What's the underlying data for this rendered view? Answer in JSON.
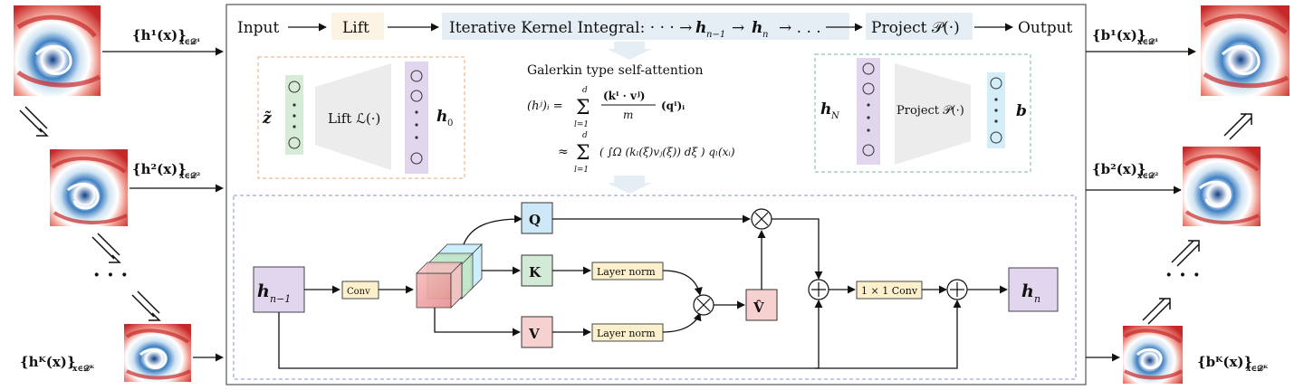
{
  "pipeline": {
    "input": "Input",
    "lift": "Lift",
    "kernel_integral": "Iterative Kernel Integral: · · · →",
    "h_prev": "h",
    "h_prev_sub": "n−1",
    "h_curr": "h",
    "h_curr_sub": "n",
    "arrow_tail": "→ . . .",
    "project": "Project 𝒫(·)",
    "output": "Output"
  },
  "inputs": {
    "h1": "{h¹(x)}",
    "h1_sub": "x∈𝒟¹",
    "h2": "{h²(x)}",
    "h2_sub": "x∈𝒟²",
    "hK": "{hᴷ(x)}",
    "hK_sub": "x∈𝒟ᴷ"
  },
  "outputs": {
    "b1": "{b¹(x)}",
    "b1_sub": "x∈𝒟¹",
    "b2": "{b²(x)}",
    "b2_sub": "x∈𝒟²",
    "bK": "{bᴷ(x)}",
    "bK_sub": "x∈𝒟ᴷ"
  },
  "lift_block": {
    "z": "z̃",
    "label": "Lift ℒ(·)",
    "h0": "h",
    "h0_sub": "0"
  },
  "project_block": {
    "hN": "h",
    "hN_sub": "N",
    "label": "Project 𝒫(·)",
    "b": "b"
  },
  "attention": {
    "title": "Galerkin type self-attention",
    "eq1_lhs": "(hʲ)ᵢ =",
    "eq1_sum": "Σ",
    "eq1_sum_top": "d",
    "eq1_sum_bot": "l=1",
    "eq1_num": "(kˡ · vʲ)",
    "eq1_den": "m",
    "eq1_rhs": "(qˡ)ᵢ",
    "eq2_approx": "≈",
    "eq2_body": "( ∫Ω (kₗ(ξ)vⱼ(ξ)) dξ ) qₗ(xᵢ)"
  },
  "layer": {
    "input_label": "h",
    "input_sub": "n−1",
    "conv": "Conv",
    "q": "Q",
    "k": "K",
    "v": "V",
    "layer_norm_k": "Layer norm",
    "layer_norm_v": "Layer norm",
    "v_hat": "V̂",
    "conv1x1": "1 × 1 Conv",
    "output_label": "h",
    "output_sub": "n",
    "times": "×",
    "plus": "+"
  },
  "dots": {
    "left": "· · ·",
    "right": "· · ·"
  },
  "colors": {
    "lift_bg": "#fdf3e4",
    "kernel_bg": "#e6eef5",
    "project_bg": "#e6eef5",
    "purple": "#e2d6ee",
    "green": "#d6ecd6",
    "cyan": "#d3eef8",
    "q_fill": "#cde9f8",
    "k_fill": "#d2ead6",
    "v_fill": "#f7d0d0",
    "conv_fill": "#fdf0cc",
    "trap_fill": "#ececec",
    "field_red": "#c62828",
    "field_blue": "#1f5fa8"
  }
}
